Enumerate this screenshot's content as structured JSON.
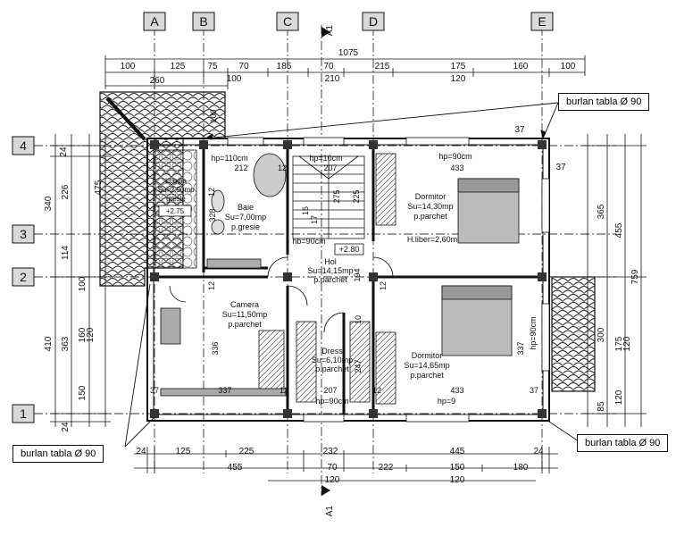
{
  "axes_letters": [
    "A",
    "B",
    "C",
    "D",
    "E"
  ],
  "axes_numbers": [
    "4",
    "3",
    "2",
    "1"
  ],
  "section_marker": "A1",
  "top_dims": {
    "total": "1075",
    "row1": [
      "100",
      "125",
      "75",
      "70",
      "185",
      "70",
      "215",
      "175",
      "160",
      "100"
    ],
    "row2": [
      "100",
      "210",
      "120"
    ],
    "overhang": "260"
  },
  "bottom_dims": {
    "row1": [
      "24",
      "125",
      "225",
      "232",
      "445",
      "24"
    ],
    "row2": [
      "455",
      "70",
      "222",
      "150",
      "180"
    ],
    "row3": [
      "120",
      "120"
    ]
  },
  "left_dims": [
    "24",
    "340",
    "475",
    "226",
    "114",
    "100",
    "410",
    "363",
    "160",
    "120",
    "150",
    "24"
  ],
  "right_dims": [
    "37",
    "37",
    "365",
    "455",
    "759",
    "300",
    "175",
    "120",
    "120",
    "85"
  ],
  "interior_dims": [
    "212",
    "12",
    "207",
    "433",
    "328",
    "12",
    "225",
    "194",
    "12",
    "336",
    "12",
    "10",
    "247",
    "337",
    "337",
    "207",
    "12",
    "433",
    "37",
    "37",
    "100",
    "275",
    "16",
    "17",
    "12"
  ],
  "openings": [
    "hp=110cm",
    "hp=10cm",
    "hp=90cm",
    "hb=90cm",
    "hp=90cm",
    "hp=90cm",
    "hp=9"
  ],
  "rooms": {
    "terrace": {
      "name": "Loggia",
      "area": "Su=2,90mp",
      "floor": "gresie",
      "level": "+2.75"
    },
    "bath": {
      "name": "Baie",
      "area": "Su=7,00mp",
      "floor": "p.gresie"
    },
    "bed1": {
      "name": "Dormitor",
      "area": "Su=14,30mp",
      "floor": "p.parchet",
      "height": "H.liber=2,60m"
    },
    "hall": {
      "name": "Hol",
      "area": "Su=14,15mp",
      "floor": "p.parchet",
      "level": "+2.80"
    },
    "room": {
      "name": "Camera",
      "area": "Su=11,50mp",
      "floor": "p.parchet"
    },
    "dress": {
      "name": "Dress",
      "area": "Su=6,10mp",
      "floor": "p.parchet"
    },
    "bed2": {
      "name": "Dormitor",
      "area": "Su=14,65mp",
      "floor": "p.parchet"
    }
  },
  "callouts": {
    "top_right": "burlan tabla Ø 90",
    "bottom_left": "burlan tabla Ø 90",
    "bottom_right": "burlan tabla Ø 90"
  }
}
